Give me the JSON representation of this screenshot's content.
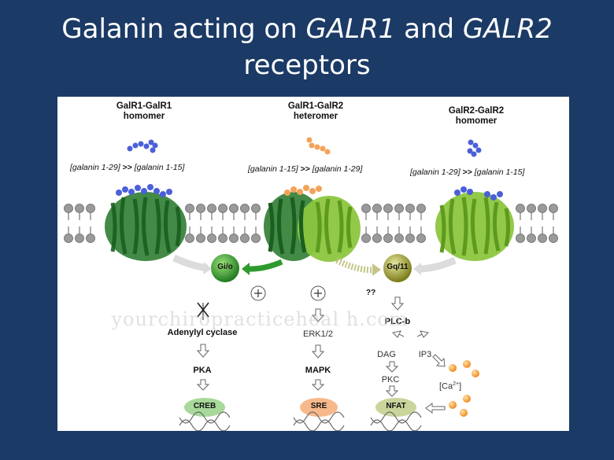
{
  "slide": {
    "title_prefix": "Galanin acting on ",
    "title_r1": "GALR1",
    "title_and": " and ",
    "title_r2": "GALR2",
    "title_line2": "receptors"
  },
  "diagram": {
    "headers": {
      "left_l1": "GalR1-GalR1",
      "left_l2": "homomer",
      "mid_l1": "GalR1-GalR2",
      "mid_l2": "heteromer",
      "right_l1": "GalR2-GalR2",
      "right_l2": "homomer"
    },
    "ligands": {
      "left_a": "[galanin 1-29]",
      "left_b": "[galanin 1-15]",
      "mid_a": "[galanin 1-15]",
      "mid_b": "[galanin 1-29]",
      "right_a": "[galanin 1-29]",
      "right_b": "[galanin 1-15]",
      "gt": ">>"
    },
    "nodes": {
      "gio": "Gi/o",
      "gq11": "Gq/11",
      "unknown": "??",
      "adenylyl": "Adenylyl cyclase",
      "pka": "PKA",
      "creb": "CREB",
      "erk": "ERK1/2",
      "mapk": "MAPK",
      "sre": "SRE",
      "plcb": "PLC-b",
      "dag": "DAG",
      "ip3": "IP3",
      "pkc": "PKC",
      "ca_base": "[Ca",
      "ca_sup": "2+",
      "ca_end": "]",
      "nfat": "NFAT"
    },
    "colors": {
      "dark_green": "#2e7d32",
      "light_green": "#8cc63f",
      "olive": "#8a8a20",
      "ligand_blue": "#4a5fd8",
      "ligand_orange": "#f4a259",
      "creb_fill": "#a8d99a",
      "sre_fill": "#f7b98b",
      "nfat_fill": "#c9d59b"
    }
  },
  "watermark": "yourchiropracticeheal h.com"
}
